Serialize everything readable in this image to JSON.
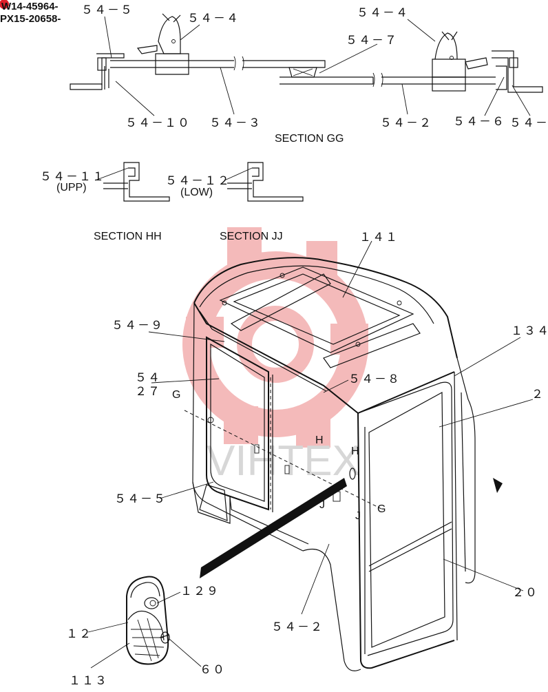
{
  "header_codes": [
    "W14-45964-",
    "PX15-20658-"
  ],
  "watermark": "VIHTEX",
  "section_titles": {
    "gg": "SECTION GG",
    "hh": "SECTION HH",
    "jj": "SECTION JJ"
  },
  "section_notes": {
    "upp": "(UPP)",
    "low": "(LOW)"
  },
  "view_marks": [
    "G",
    "H",
    "H",
    "J",
    "J",
    "G"
  ],
  "part_labels": [
    "５４－５",
    "５４－４",
    "５４－４",
    "５４－７",
    "５４－１０",
    "５４－３",
    "５４－２",
    "５４－６",
    "５４－",
    "５４－１１",
    "５４－１２",
    "１４１",
    "５４－９",
    "１３４",
    "５４",
    "２７",
    "５４－８",
    "２",
    "５４－５",
    "１２９",
    "１２",
    "１１３",
    "６０",
    "５４－２",
    "２０"
  ],
  "colors": {
    "line": "#111111",
    "watermark": "#e23c3c",
    "marker": "#e0202a"
  }
}
